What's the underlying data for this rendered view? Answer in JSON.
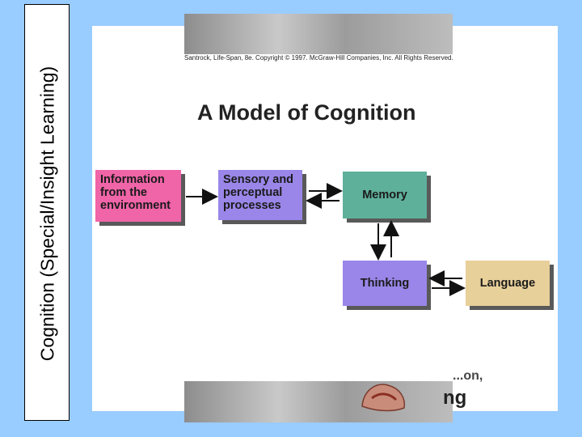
{
  "side_title": "Cognition (Special/Insight Learning)",
  "slide": {
    "copyright": "Santrock, Life-Span, 8e. Copyright © 1997. McGraw-Hill Companies, Inc. All Rights Reserved.",
    "title": "A Model of Cognition",
    "boxes": {
      "environment": "Information from the environment",
      "sensory": "Sensory and perceptual processes",
      "memory": "Memory",
      "thinking": "Thinking",
      "language": "Language"
    },
    "partial_text_top": "...on,",
    "partial_text": "ng"
  },
  "colors": {
    "background": "#99ccff",
    "environment": "#f064a8",
    "sensory": "#9a86e8",
    "memory": "#5fb09a",
    "thinking": "#9a86e8",
    "language": "#e8d09a"
  }
}
